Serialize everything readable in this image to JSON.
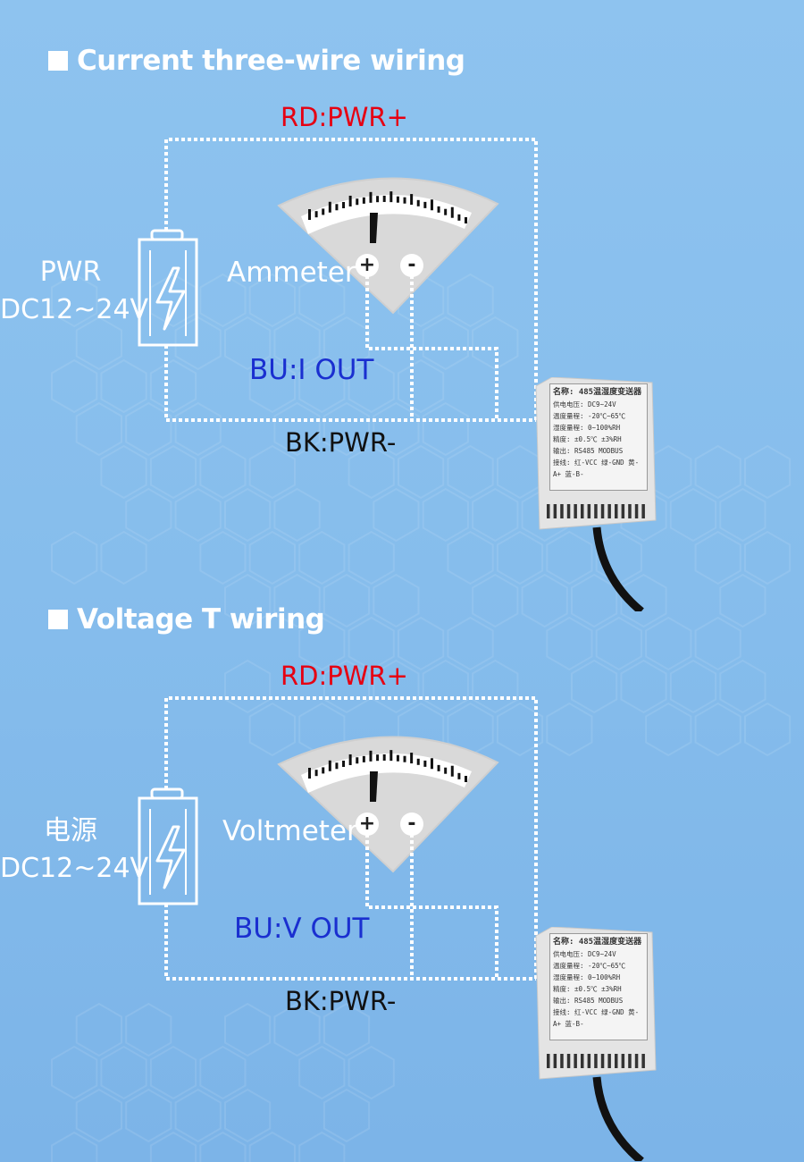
{
  "sections": [
    {
      "heading": "Current three-wire wiring",
      "rd_label": "RD:PWR+",
      "bk_label": "BK:PWR-",
      "bu_label": "BU:I OUT",
      "power_label_1": "PWR",
      "power_label_2": "DC12~24V",
      "meter_label": "Ammeter",
      "terminal_plus": "+",
      "terminal_minus": "-",
      "device_panel": {
        "title": "名称: 485温湿度变送器",
        "lines": [
          "供电电压: DC9~24V",
          "温度量程: -20℃~65℃",
          "湿度量程: 0~100%RH",
          "精度: ±0.5℃ ±3%RH",
          "输出: RS485 MODBUS",
          "接线: 红-VCC 绿-GND 黄-A+ 蓝-B-"
        ]
      }
    },
    {
      "heading": "Voltage T wiring",
      "rd_label": "RD:PWR+",
      "bk_label": "BK:PWR-",
      "bu_label": "BU:V OUT",
      "power_label_1": "电源",
      "power_label_2": "DC12~24V",
      "meter_label": "Voltmeter",
      "terminal_plus": "+",
      "terminal_minus": "-",
      "device_panel": {
        "title": "名称: 485温湿度变送器",
        "lines": [
          "供电电压: DC9~24V",
          "温度量程: -20℃~65℃",
          "湿度量程: 0~100%RH",
          "精度: ±0.5℃ ±3%RH",
          "输出: RS485 MODBUS",
          "接线: 红-VCC 绿-GND 黄-A+ 蓝-B-"
        ]
      }
    }
  ],
  "colors": {
    "red_wire_label": "#e60012",
    "blue_wire_label": "#1a2fd0",
    "black_wire_label": "#111111",
    "wire": "#ffffff"
  },
  "icons": [
    "battery-icon",
    "lightning-icon",
    "meter-icon",
    "sensor-device-icon",
    "cable-icon"
  ]
}
